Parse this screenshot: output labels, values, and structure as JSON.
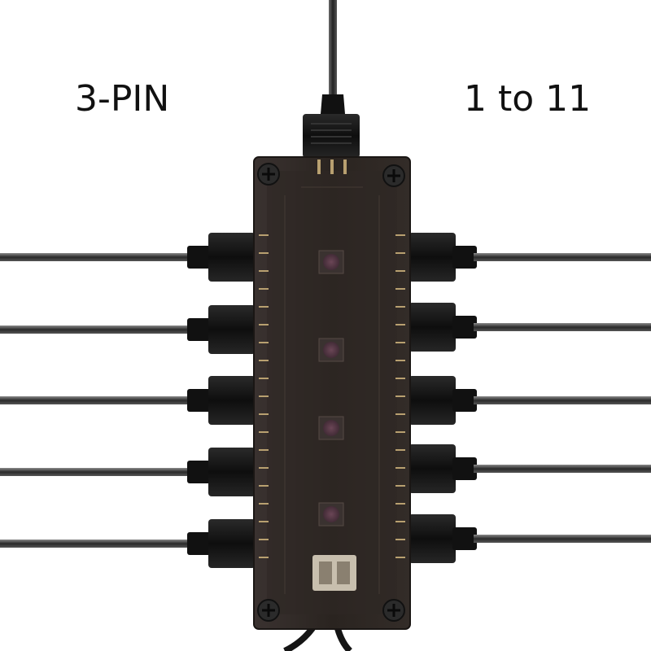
{
  "captions": {
    "left": "3-PIN",
    "right": "1 to 11"
  },
  "product": {
    "ports_per_side": 5,
    "colors": {
      "housing": "#2a2420",
      "cable": "#1a1a1a",
      "connector": "#111111",
      "pin": "#b8a070",
      "led": "#5a3a48",
      "screw": "#2b2b2b"
    }
  }
}
